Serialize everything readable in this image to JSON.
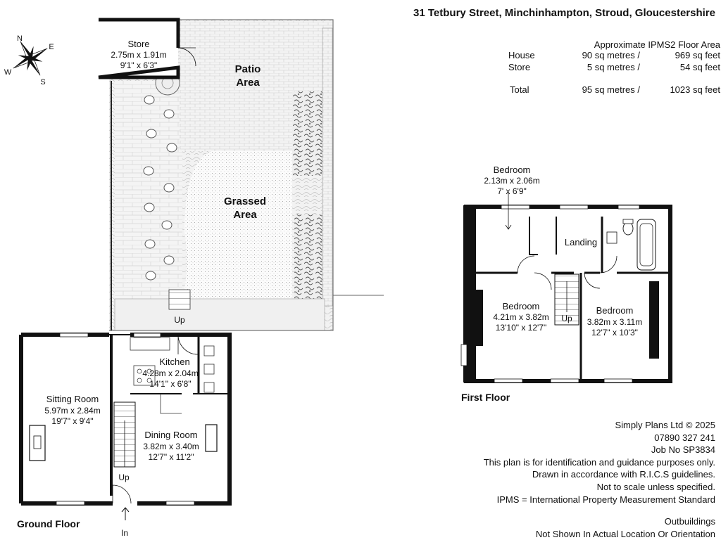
{
  "header": {
    "address": "31 Tetbury Street, Minchinhampton, Stroud, Gloucestershire"
  },
  "areas": {
    "heading": "Approximate IPMS2 Floor Area",
    "rows": [
      {
        "label": "House",
        "sqm": "90 sq metres /",
        "sqft": "969 sq feet"
      },
      {
        "label": "Store",
        "sqm": "5 sq metres /",
        "sqft": "54 sq feet"
      }
    ],
    "total": {
      "label": "Total",
      "sqm": "95 sq metres /",
      "sqft": "1023 sq feet"
    }
  },
  "compass": {
    "n": "N",
    "e": "E",
    "s": "S",
    "w": "W"
  },
  "outdoor": {
    "store": {
      "name": "Store",
      "metric": "2.75m x 1.91m",
      "imperial": "9'1\" x 6'3\""
    },
    "patio": {
      "line1": "Patio",
      "line2": "Area"
    },
    "grassed": {
      "line1": "Grassed",
      "line2": "Area"
    },
    "up": "Up"
  },
  "ground_floor": {
    "label": "Ground Floor",
    "sitting_room": {
      "name": "Sitting Room",
      "metric": "5.97m x 2.84m",
      "imperial": "19'7\" x 9'4\""
    },
    "kitchen": {
      "name": "Kitchen",
      "metric": "4.28m x 2.04m",
      "imperial": "14'1\" x 6'8\""
    },
    "dining_room": {
      "name": "Dining Room",
      "metric": "3.82m x 3.40m",
      "imperial": "12'7\" x 11'2\""
    },
    "up": "Up",
    "in": "In"
  },
  "first_floor": {
    "label": "First Floor",
    "bedroom_small": {
      "name": "Bedroom",
      "metric": "2.13m x 2.06m",
      "imperial": "7' x 6'9\""
    },
    "landing": {
      "name": "Landing"
    },
    "bedroom_left": {
      "name": "Bedroom",
      "metric": "4.21m x 3.82m",
      "imperial": "13'10\" x 12'7\""
    },
    "bedroom_right": {
      "name": "Bedroom",
      "metric": "3.82m x 3.11m",
      "imperial": "12'7\" x 10'3\""
    },
    "up": "Up"
  },
  "footer": {
    "company": "Simply Plans Ltd © 2025",
    "phone": "07890 327 241",
    "job": "Job No SP3834",
    "disclaimer1": "This plan is for identification and guidance purposes only.",
    "disclaimer2": "Drawn in accordance with R.I.C.S guidelines.",
    "disclaimer3": "Not to scale unless specified.",
    "ipms": "IPMS = International Property Measurement Standard",
    "outbuildings1": "Outbuildings",
    "outbuildings2": "Not Shown In Actual Location Or Orientation"
  }
}
